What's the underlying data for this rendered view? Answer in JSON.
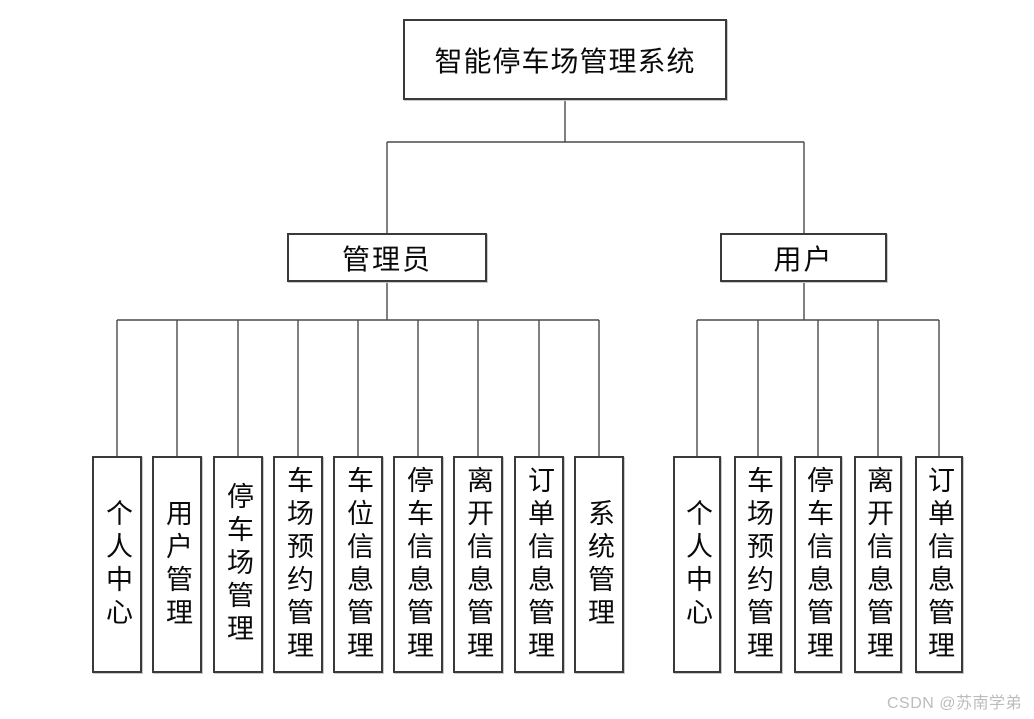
{
  "diagram": {
    "type": "hierarchy-tree",
    "tree": {
      "root": {
        "label": "智能停车场管理系统"
      },
      "admin": {
        "label": "管理员",
        "children": [
          "个人中心",
          "用户管理",
          "停车场管理",
          "车场预约管理",
          "车位信息管理",
          "停车信息管理",
          "离开信息管理",
          "订单信息管理",
          "系统管理"
        ]
      },
      "user": {
        "label": "用户",
        "children": [
          "个人中心",
          "车场预约管理",
          "停车信息管理",
          "离开信息管理",
          "订单信息管理"
        ]
      }
    },
    "colors": {
      "background": "#ffffff",
      "box_border": "#3a3a3a",
      "connector_line": "#4a4a4a",
      "text": "#0a0a0a",
      "watermark": "#bcbcbc"
    }
  },
  "watermark": {
    "text": "CSDN @苏南学弟"
  }
}
